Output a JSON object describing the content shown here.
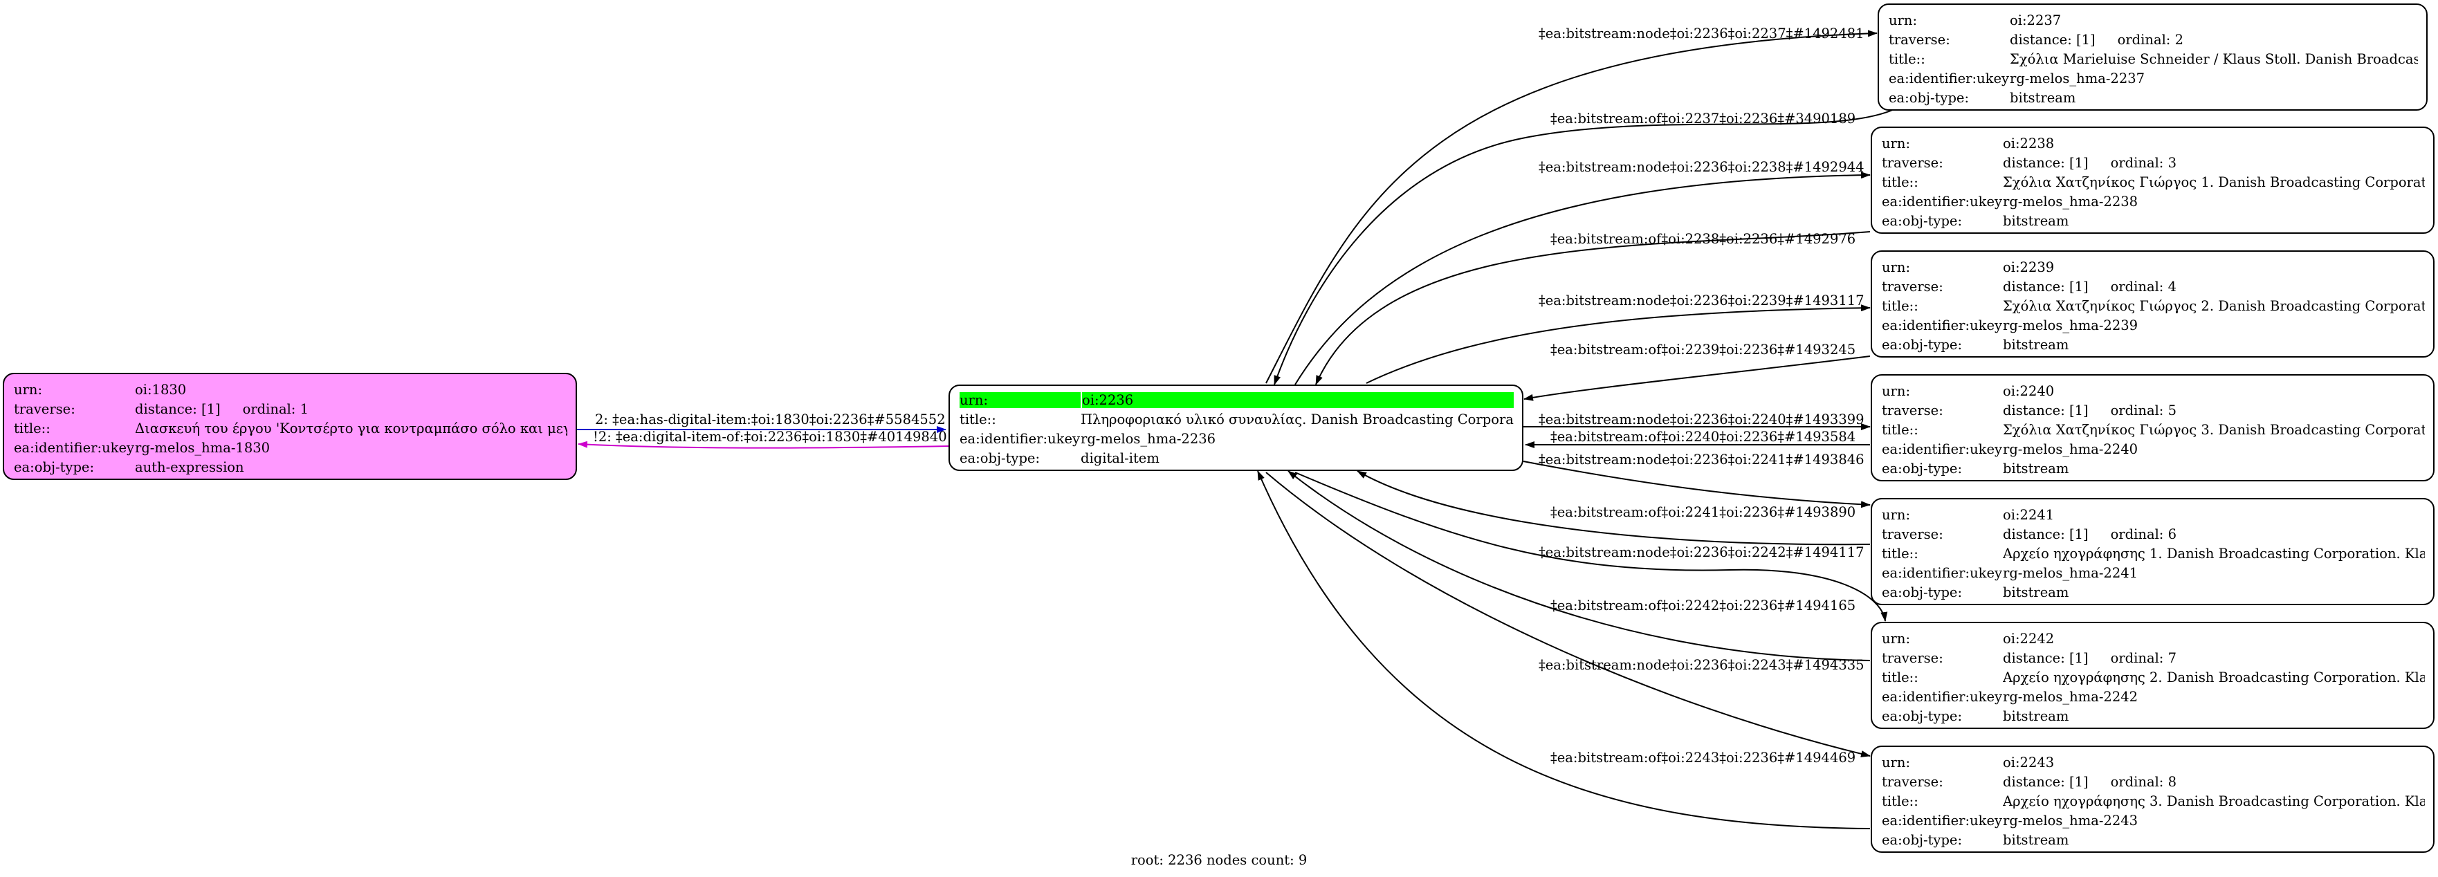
{
  "root_node": {
    "rows": [
      {
        "key": "urn:",
        "value": "oi:2236"
      },
      {
        "key": "title::",
        "value": "Πληροφοριακό υλικό συναυλίας. Danish Broadcasting Corporat..."
      },
      {
        "key": "ea:identifier:ukey",
        "value": "rg-melos_hma-2236"
      },
      {
        "key": "ea:obj-type:",
        "value": "digital-item"
      }
    ]
  },
  "source_node": {
    "rows": [
      {
        "key": "urn:",
        "value": "oi:1830"
      },
      {
        "key": "traverse:",
        "value": "distance: [1]",
        "value2": "ordinal: 1"
      },
      {
        "key": "title::",
        "value": "Διασκευή του έργου 'Κοντσέρτο για κοντραμπάσο σόλο και μεγ..."
      },
      {
        "key": "ea:identifier:ukey",
        "value": "rg-melos_hma-1830"
      },
      {
        "key": "ea:obj-type:",
        "value": "auth-expression"
      }
    ]
  },
  "bitstream_nodes": [
    {
      "rows": [
        {
          "key": "urn:",
          "value": "oi:2237"
        },
        {
          "key": "traverse:",
          "value": "distance: [1]",
          "value2": "ordinal: 2"
        },
        {
          "key": "title::",
          "value": "Σχόλια Marieluise Schneider / Klaus Stoll. Danish Broadcas..."
        },
        {
          "key": "ea:identifier:ukey",
          "value": "rg-melos_hma-2237"
        },
        {
          "key": "ea:obj-type:",
          "value": "bitstream"
        }
      ]
    },
    {
      "rows": [
        {
          "key": "urn:",
          "value": "oi:2238"
        },
        {
          "key": "traverse:",
          "value": "distance: [1]",
          "value2": "ordinal: 3"
        },
        {
          "key": "title::",
          "value": "Σχόλια Χατζηνίκος Γιώργος 1. Danish Broadcasting Corporati..."
        },
        {
          "key": "ea:identifier:ukey",
          "value": "rg-melos_hma-2238"
        },
        {
          "key": "ea:obj-type:",
          "value": "bitstream"
        }
      ]
    },
    {
      "rows": [
        {
          "key": "urn:",
          "value": "oi:2239"
        },
        {
          "key": "traverse:",
          "value": "distance: [1]",
          "value2": "ordinal: 4"
        },
        {
          "key": "title::",
          "value": "Σχόλια Χατζηνίκος Γιώργος 2. Danish Broadcasting Corporati..."
        },
        {
          "key": "ea:identifier:ukey",
          "value": "rg-melos_hma-2239"
        },
        {
          "key": "ea:obj-type:",
          "value": "bitstream"
        }
      ]
    },
    {
      "rows": [
        {
          "key": "urn:",
          "value": "oi:2240"
        },
        {
          "key": "traverse:",
          "value": "distance: [1]",
          "value2": "ordinal: 5"
        },
        {
          "key": "title::",
          "value": "Σχόλια Χατζηνίκος Γιώργος 3. Danish Broadcasting Corporati..."
        },
        {
          "key": "ea:identifier:ukey",
          "value": "rg-melos_hma-2240"
        },
        {
          "key": "ea:obj-type:",
          "value": "bitstream"
        }
      ]
    },
    {
      "rows": [
        {
          "key": "urn:",
          "value": "oi:2241"
        },
        {
          "key": "traverse:",
          "value": "distance: [1]",
          "value2": "ordinal: 6"
        },
        {
          "key": "title::",
          "value": "Αρχείο ηχογράφησης 1. Danish Broadcasting Corporation. Kla..."
        },
        {
          "key": "ea:identifier:ukey",
          "value": "rg-melos_hma-2241"
        },
        {
          "key": "ea:obj-type:",
          "value": "bitstream"
        }
      ]
    },
    {
      "rows": [
        {
          "key": "urn:",
          "value": "oi:2242"
        },
        {
          "key": "traverse:",
          "value": "distance: [1]",
          "value2": "ordinal: 7"
        },
        {
          "key": "title::",
          "value": "Αρχείο ηχογράφησης 2. Danish Broadcasting Corporation. Kla..."
        },
        {
          "key": "ea:identifier:ukey",
          "value": "rg-melos_hma-2242"
        },
        {
          "key": "ea:obj-type:",
          "value": "bitstream"
        }
      ]
    },
    {
      "rows": [
        {
          "key": "urn:",
          "value": "oi:2243"
        },
        {
          "key": "traverse:",
          "value": "distance: [1]",
          "value2": "ordinal: 8"
        },
        {
          "key": "title::",
          "value": "Αρχείο ηχογράφησης 3. Danish Broadcasting Corporation. Kla..."
        },
        {
          "key": "ea:identifier:ukey",
          "value": "rg-melos_hma-2243"
        },
        {
          "key": "ea:obj-type:",
          "value": "bitstream"
        }
      ]
    }
  ],
  "edges": {
    "source_to_root": "2: ‡ea:has-digital-item:‡oi:1830‡oi:2236‡#5584552",
    "root_to_source": "!2: ‡ea:digital-item-of:‡oi:2236‡oi:1830‡#40149840",
    "node_labels": [
      "‡ea:bitstream:node‡oi:2236‡oi:2237‡#1492481",
      "‡ea:bitstream:node‡oi:2236‡oi:2238‡#1492944",
      "‡ea:bitstream:node‡oi:2236‡oi:2239‡#1493117",
      "‡ea:bitstream:node‡oi:2236‡oi:2240‡#1493399",
      "‡ea:bitstream:node‡oi:2236‡oi:2241‡#1493846",
      "‡ea:bitstream:node‡oi:2236‡oi:2242‡#1494117",
      "‡ea:bitstream:node‡oi:2236‡oi:2243‡#1494335"
    ],
    "of_labels": [
      "‡ea:bitstream:of‡oi:2237‡oi:2236‡#3490189",
      "‡ea:bitstream:of‡oi:2238‡oi:2236‡#1492976",
      "‡ea:bitstream:of‡oi:2239‡oi:2236‡#1493245",
      "‡ea:bitstream:of‡oi:2240‡oi:2236‡#1493584",
      "‡ea:bitstream:of‡oi:2241‡oi:2236‡#1493890",
      "‡ea:bitstream:of‡oi:2242‡oi:2236‡#1494165",
      "‡ea:bitstream:of‡oi:2243‡oi:2236‡#1494469"
    ]
  },
  "colors": {
    "source_fill": "#ff99ff",
    "highlight": "#00ff00",
    "forward_edge": "#0000cc",
    "reverse_edge": "#cc00cc"
  },
  "footer": "root: 2236 nodes count: 9"
}
